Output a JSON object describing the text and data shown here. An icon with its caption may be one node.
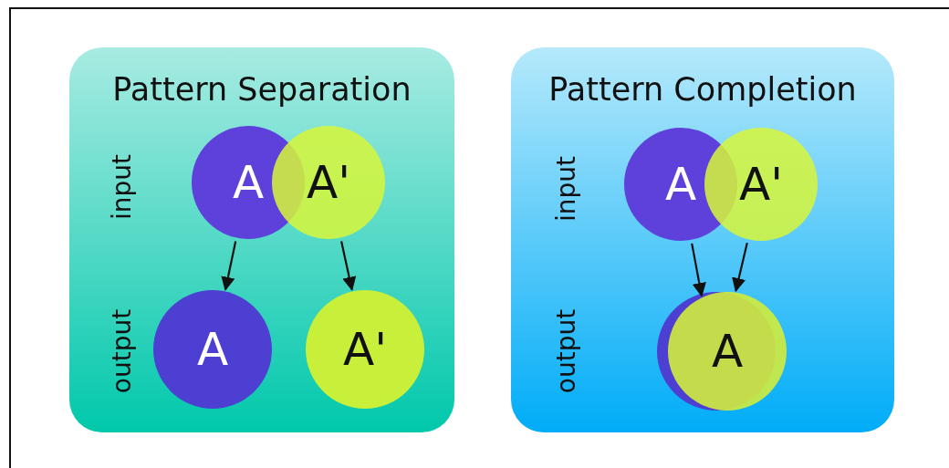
{
  "diagram": {
    "nodes": [
      {
        "text": [
          "Pattern Separation",
          "input",
          "output"
        ]
      },
      {
        "text": [
          "A"
        ],
        "in": 0
      },
      {
        "text": [
          "A'"
        ],
        "in": 0
      },
      {
        "text": [
          "A"
        ],
        "in": 0
      },
      {
        "text": [
          "A'"
        ],
        "in": 0
      },
      {
        "text": [
          "Pattern Completion",
          "input",
          "output"
        ]
      },
      {
        "text": [
          "A"
        ],
        "in": 5
      },
      {
        "text": [
          "A'"
        ],
        "in": 5
      },
      {
        "text": [],
        "shape": "circle",
        "in": 5
      },
      {
        "text": [
          "A"
        ],
        "in": 5
      }
    ],
    "edges": [
      {
        "from": 1,
        "to": 3,
        "arrow": "to"
      },
      {
        "from": 2,
        "to": 4,
        "arrow": "to"
      },
      {
        "from": 6,
        "to": 9,
        "arrow": "to"
      },
      {
        "from": 7,
        "to": 9,
        "arrow": "to"
      }
    ]
  }
}
